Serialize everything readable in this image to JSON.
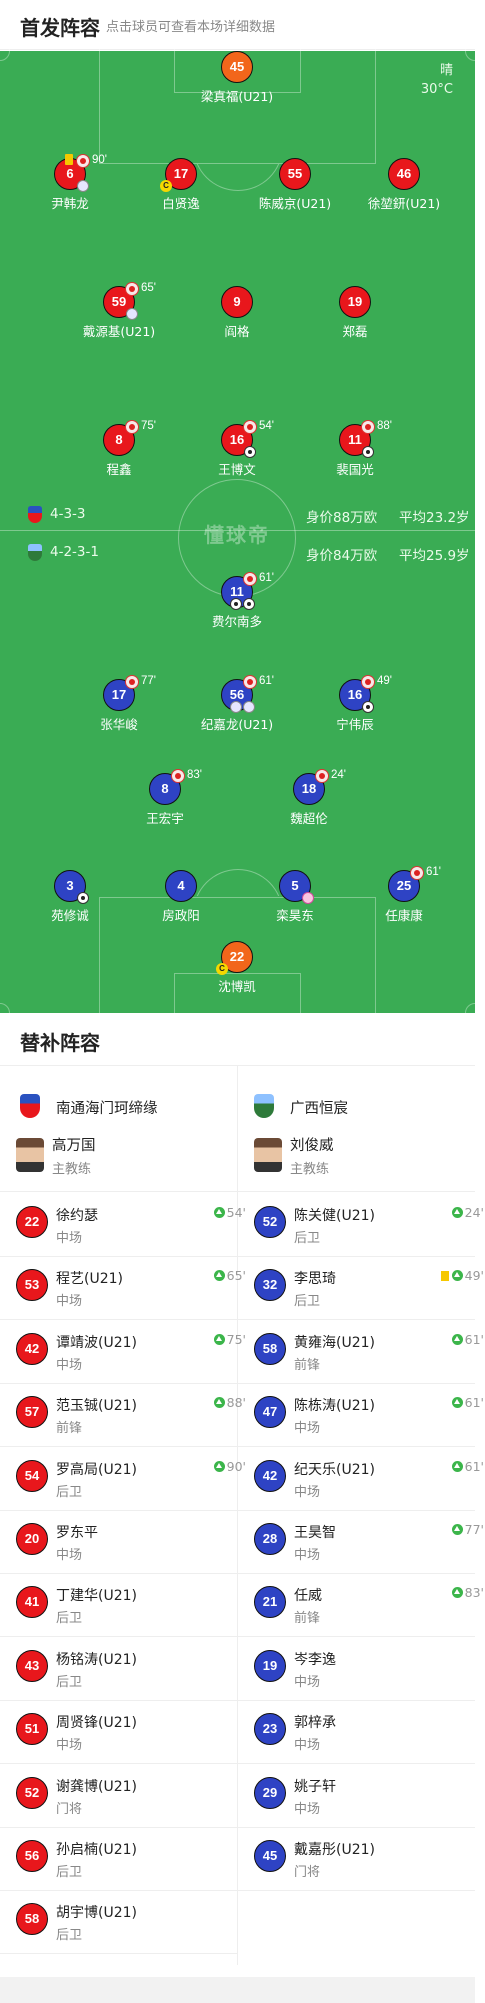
{
  "header": {
    "title": "首发阵容",
    "subtitle": "点击球员可查看本场详细数据"
  },
  "weather": {
    "condition": "晴",
    "temp": "30°C"
  },
  "home_team": {
    "name": "南通海门珂缔缘",
    "formation": "4-3-3",
    "value": "身价88万欧",
    "avg_age": "平均23.2岁",
    "color": "#e8171c"
  },
  "away_team": {
    "name": "广西恒宸",
    "formation": "4-2-3-1",
    "value": "身价84万欧",
    "avg_age": "平均25.9岁",
    "color": "#2e43c4"
  },
  "watermark": "懂球帝",
  "home_players": [
    {
      "num": "45",
      "name": "梁真福(U21)",
      "gk": true
    },
    {
      "num": "6",
      "name": "尹韩龙",
      "sub_time": "90'"
    },
    {
      "num": "17",
      "name": "白贤逸",
      "captain": "C"
    },
    {
      "num": "55",
      "name": "陈威京(U21)"
    },
    {
      "num": "46",
      "name": "徐堃鈃(U21)"
    },
    {
      "num": "59",
      "name": "戴源基(U21)",
      "sub_time": "65'"
    },
    {
      "num": "9",
      "name": "阎格"
    },
    {
      "num": "19",
      "name": "郑磊"
    },
    {
      "num": "8",
      "name": "程鑫",
      "sub_time": "75'"
    },
    {
      "num": "16",
      "name": "王博文",
      "sub_time": "54'"
    },
    {
      "num": "11",
      "name": "裴国光",
      "sub_time": "88'"
    }
  ],
  "away_players": [
    {
      "num": "11",
      "name": "费尔南多",
      "sub_time": "61'"
    },
    {
      "num": "17",
      "name": "张华峻",
      "sub_time": "77'"
    },
    {
      "num": "56",
      "name": "纪嘉龙(U21)",
      "sub_time": "61'"
    },
    {
      "num": "16",
      "name": "宁伟辰",
      "sub_time": "49'"
    },
    {
      "num": "8",
      "name": "王宏宇",
      "sub_time": "83'"
    },
    {
      "num": "18",
      "name": "魏超伦",
      "sub_time": "24'"
    },
    {
      "num": "3",
      "name": "苑修诚"
    },
    {
      "num": "4",
      "name": "房政阳"
    },
    {
      "num": "5",
      "name": "栾昊东"
    },
    {
      "num": "25",
      "name": "任康康",
      "sub_time": "61'"
    },
    {
      "num": "22",
      "name": "沈博凯",
      "captain": "C",
      "gk": true
    }
  ],
  "subs_section": {
    "title": "替补阵容"
  },
  "home_coach": {
    "name": "高万国",
    "role": "主教练"
  },
  "away_coach": {
    "name": "刘俊威",
    "role": "主教练"
  },
  "home_subs": [
    {
      "num": "22",
      "name": "徐约瑟",
      "pos": "中场",
      "time": "54'"
    },
    {
      "num": "53",
      "name": "程艺(U21)",
      "pos": "中场",
      "time": "65'"
    },
    {
      "num": "42",
      "name": "谭靖波(U21)",
      "pos": "中场",
      "time": "75'"
    },
    {
      "num": "57",
      "name": "范玉铖(U21)",
      "pos": "前锋",
      "time": "88'"
    },
    {
      "num": "54",
      "name": "罗高局(U21)",
      "pos": "后卫",
      "time": "90'"
    },
    {
      "num": "20",
      "name": "罗东平",
      "pos": "中场",
      "time": ""
    },
    {
      "num": "41",
      "name": "丁建华(U21)",
      "pos": "后卫",
      "time": ""
    },
    {
      "num": "43",
      "name": "杨铭涛(U21)",
      "pos": "后卫",
      "time": ""
    },
    {
      "num": "51",
      "name": "周贤锋(U21)",
      "pos": "中场",
      "time": ""
    },
    {
      "num": "52",
      "name": "谢龚博(U21)",
      "pos": "门将",
      "time": ""
    },
    {
      "num": "56",
      "name": "孙启楠(U21)",
      "pos": "后卫",
      "time": ""
    },
    {
      "num": "58",
      "name": "胡宇博(U21)",
      "pos": "后卫",
      "time": ""
    }
  ],
  "away_subs": [
    {
      "num": "52",
      "name": "陈关健(U21)",
      "pos": "后卫",
      "time": "24'"
    },
    {
      "num": "32",
      "name": "李思琦",
      "pos": "后卫",
      "time": "49'",
      "yellow": true
    },
    {
      "num": "58",
      "name": "黄雍海(U21)",
      "pos": "前锋",
      "time": "61'"
    },
    {
      "num": "47",
      "name": "陈栋涛(U21)",
      "pos": "中场",
      "time": "61'"
    },
    {
      "num": "42",
      "name": "纪天乐(U21)",
      "pos": "中场",
      "time": "61'"
    },
    {
      "num": "28",
      "name": "王昊智",
      "pos": "中场",
      "time": "77'"
    },
    {
      "num": "21",
      "name": "任威",
      "pos": "前锋",
      "time": "83'"
    },
    {
      "num": "19",
      "name": "岑李逸",
      "pos": "中场",
      "time": ""
    },
    {
      "num": "23",
      "name": "郭梓承",
      "pos": "中场",
      "time": ""
    },
    {
      "num": "29",
      "name": "姚子轩",
      "pos": "中场",
      "time": ""
    },
    {
      "num": "45",
      "name": "戴嘉彤(U21)",
      "pos": "门将",
      "time": ""
    }
  ]
}
